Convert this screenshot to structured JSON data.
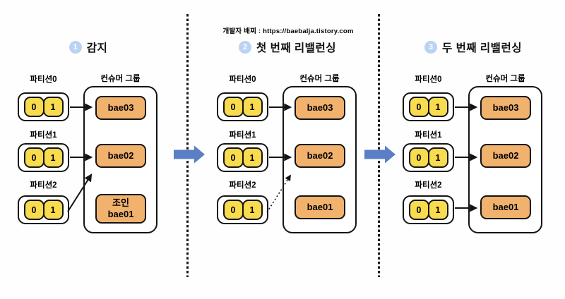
{
  "header": {
    "credit": "개발자 배찌 : https://baebalja.tistory.com"
  },
  "panels": [
    {
      "step_number": "1",
      "title": "감지",
      "consumer_group_label": "컨슈머 그룹",
      "partitions": [
        {
          "label": "파티션0",
          "cells": [
            "0",
            "1"
          ]
        },
        {
          "label": "파티션1",
          "cells": [
            "0",
            "1"
          ]
        },
        {
          "label": "파티션2",
          "cells": [
            "0",
            "1"
          ]
        }
      ],
      "consumers": [
        "bae03",
        "bae02",
        "조인\nbae01"
      ]
    },
    {
      "step_number": "2",
      "title": "첫 번째 리밸런싱",
      "consumer_group_label": "컨슈머 그룹",
      "partitions": [
        {
          "label": "파티션0",
          "cells": [
            "0",
            "1"
          ]
        },
        {
          "label": "파티션1",
          "cells": [
            "0",
            "1"
          ]
        },
        {
          "label": "파티션2",
          "cells": [
            "0",
            "1"
          ]
        }
      ],
      "consumers": [
        "bae03",
        "bae02",
        "bae01"
      ]
    },
    {
      "step_number": "3",
      "title": "두 번째 리밸런싱",
      "consumer_group_label": "컨슈머 그룹",
      "partitions": [
        {
          "label": "파티션0",
          "cells": [
            "0",
            "1"
          ]
        },
        {
          "label": "파티션1",
          "cells": [
            "0",
            "1"
          ]
        },
        {
          "label": "파티션2",
          "cells": [
            "0",
            "1"
          ]
        }
      ],
      "consumers": [
        "bae03",
        "bae02",
        "bae01"
      ]
    }
  ],
  "colors": {
    "partition_cell": "#F8DB4E",
    "consumer_box": "#F1B26E",
    "step_badge": "#BAD2F3",
    "transition_arrow": "#5C7EC4",
    "line": "#141414"
  }
}
